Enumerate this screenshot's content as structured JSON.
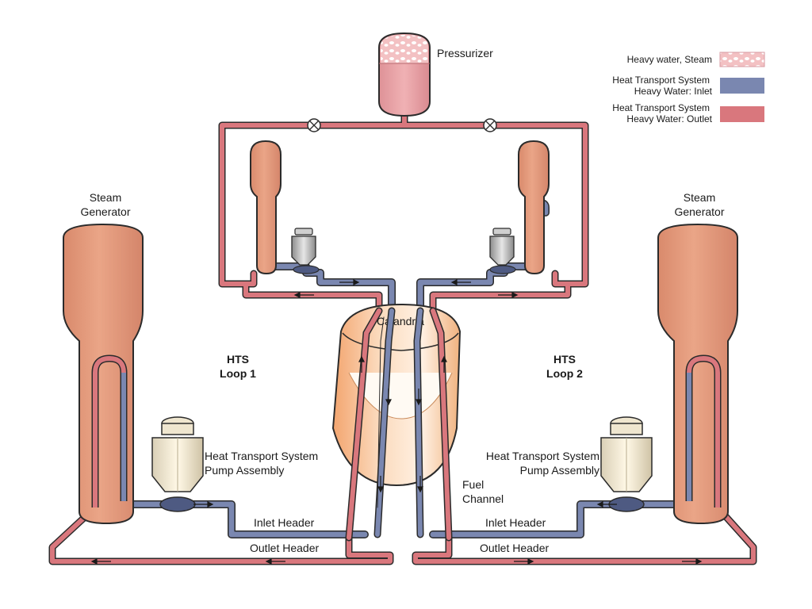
{
  "labels": {
    "pressurizer": "Pressurizer",
    "sg_left_1": "Steam",
    "sg_left_2": "Generator",
    "sg_right_1": "Steam",
    "sg_right_2": "Generator",
    "calandria": "Calandria",
    "loop1_1": "HTS",
    "loop1_2": "Loop 1",
    "loop2_1": "HTS",
    "loop2_2": "Loop 2",
    "pump_left_1": "Heat Transport System",
    "pump_left_2": "Pump Assembly",
    "pump_right_1": "Heat Transport System",
    "pump_right_2": "Pump Assembly",
    "fuel_channel_1": "Fuel",
    "fuel_channel_2": "Channel",
    "inlet_header_left": "Inlet Header",
    "outlet_header_left": "Outlet Header",
    "inlet_header_right": "Inlet Header",
    "outlet_header_right": "Outlet Header"
  },
  "legend": {
    "steam": "Heavy water, Steam",
    "inlet_1": "Heat Transport System",
    "inlet_2": "Heavy Water: Inlet",
    "outlet_1": "Heat Transport System",
    "outlet_2": "Heavy Water: Outlet"
  },
  "colors": {
    "inlet_pipe": "#7a87b0",
    "outlet_pipe": "#d9777d",
    "steam_generator": "#e39c7f",
    "pressurizer": "#e8a2a6",
    "calandria": "#f5b889",
    "outline": "#2b2b2b"
  }
}
